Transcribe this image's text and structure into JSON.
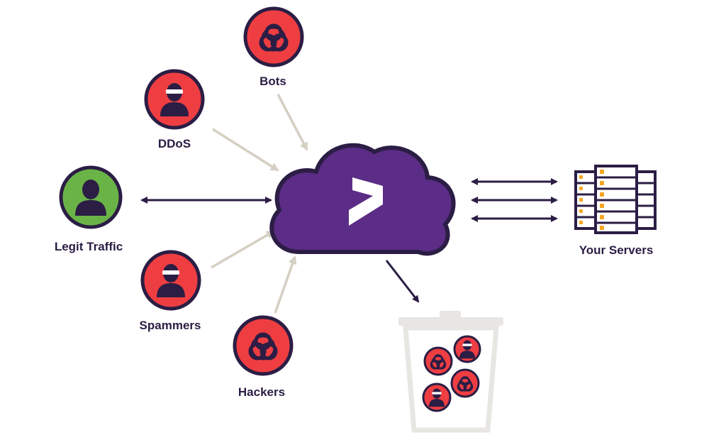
{
  "labels": {
    "bots": "Bots",
    "ddos": "DDoS",
    "legit": "Legit Traffic",
    "spammers": "Spammers",
    "hackers": "Hackers",
    "servers": "Your Servers"
  },
  "colors": {
    "threat_red": "#ef3e42",
    "legit_green": "#6ab447",
    "ring_dark": "#2b1d44",
    "cloud_purple": "#5b2d86",
    "arrow_dark": "#2b1d44",
    "arrow_light": "#d5cfc4",
    "text": "#2b1d44",
    "server_orange": "#f5a623",
    "trash": "#e8e6e3"
  },
  "icons": {
    "bots": "biohazard-icon",
    "ddos": "masked-person-icon",
    "legit": "person-icon",
    "spammers": "masked-person-icon",
    "hackers": "biohazard-icon",
    "servers": "server-rack-icon",
    "cloud": "cloud-shield-icon",
    "trash": "trash-bin-icon"
  }
}
